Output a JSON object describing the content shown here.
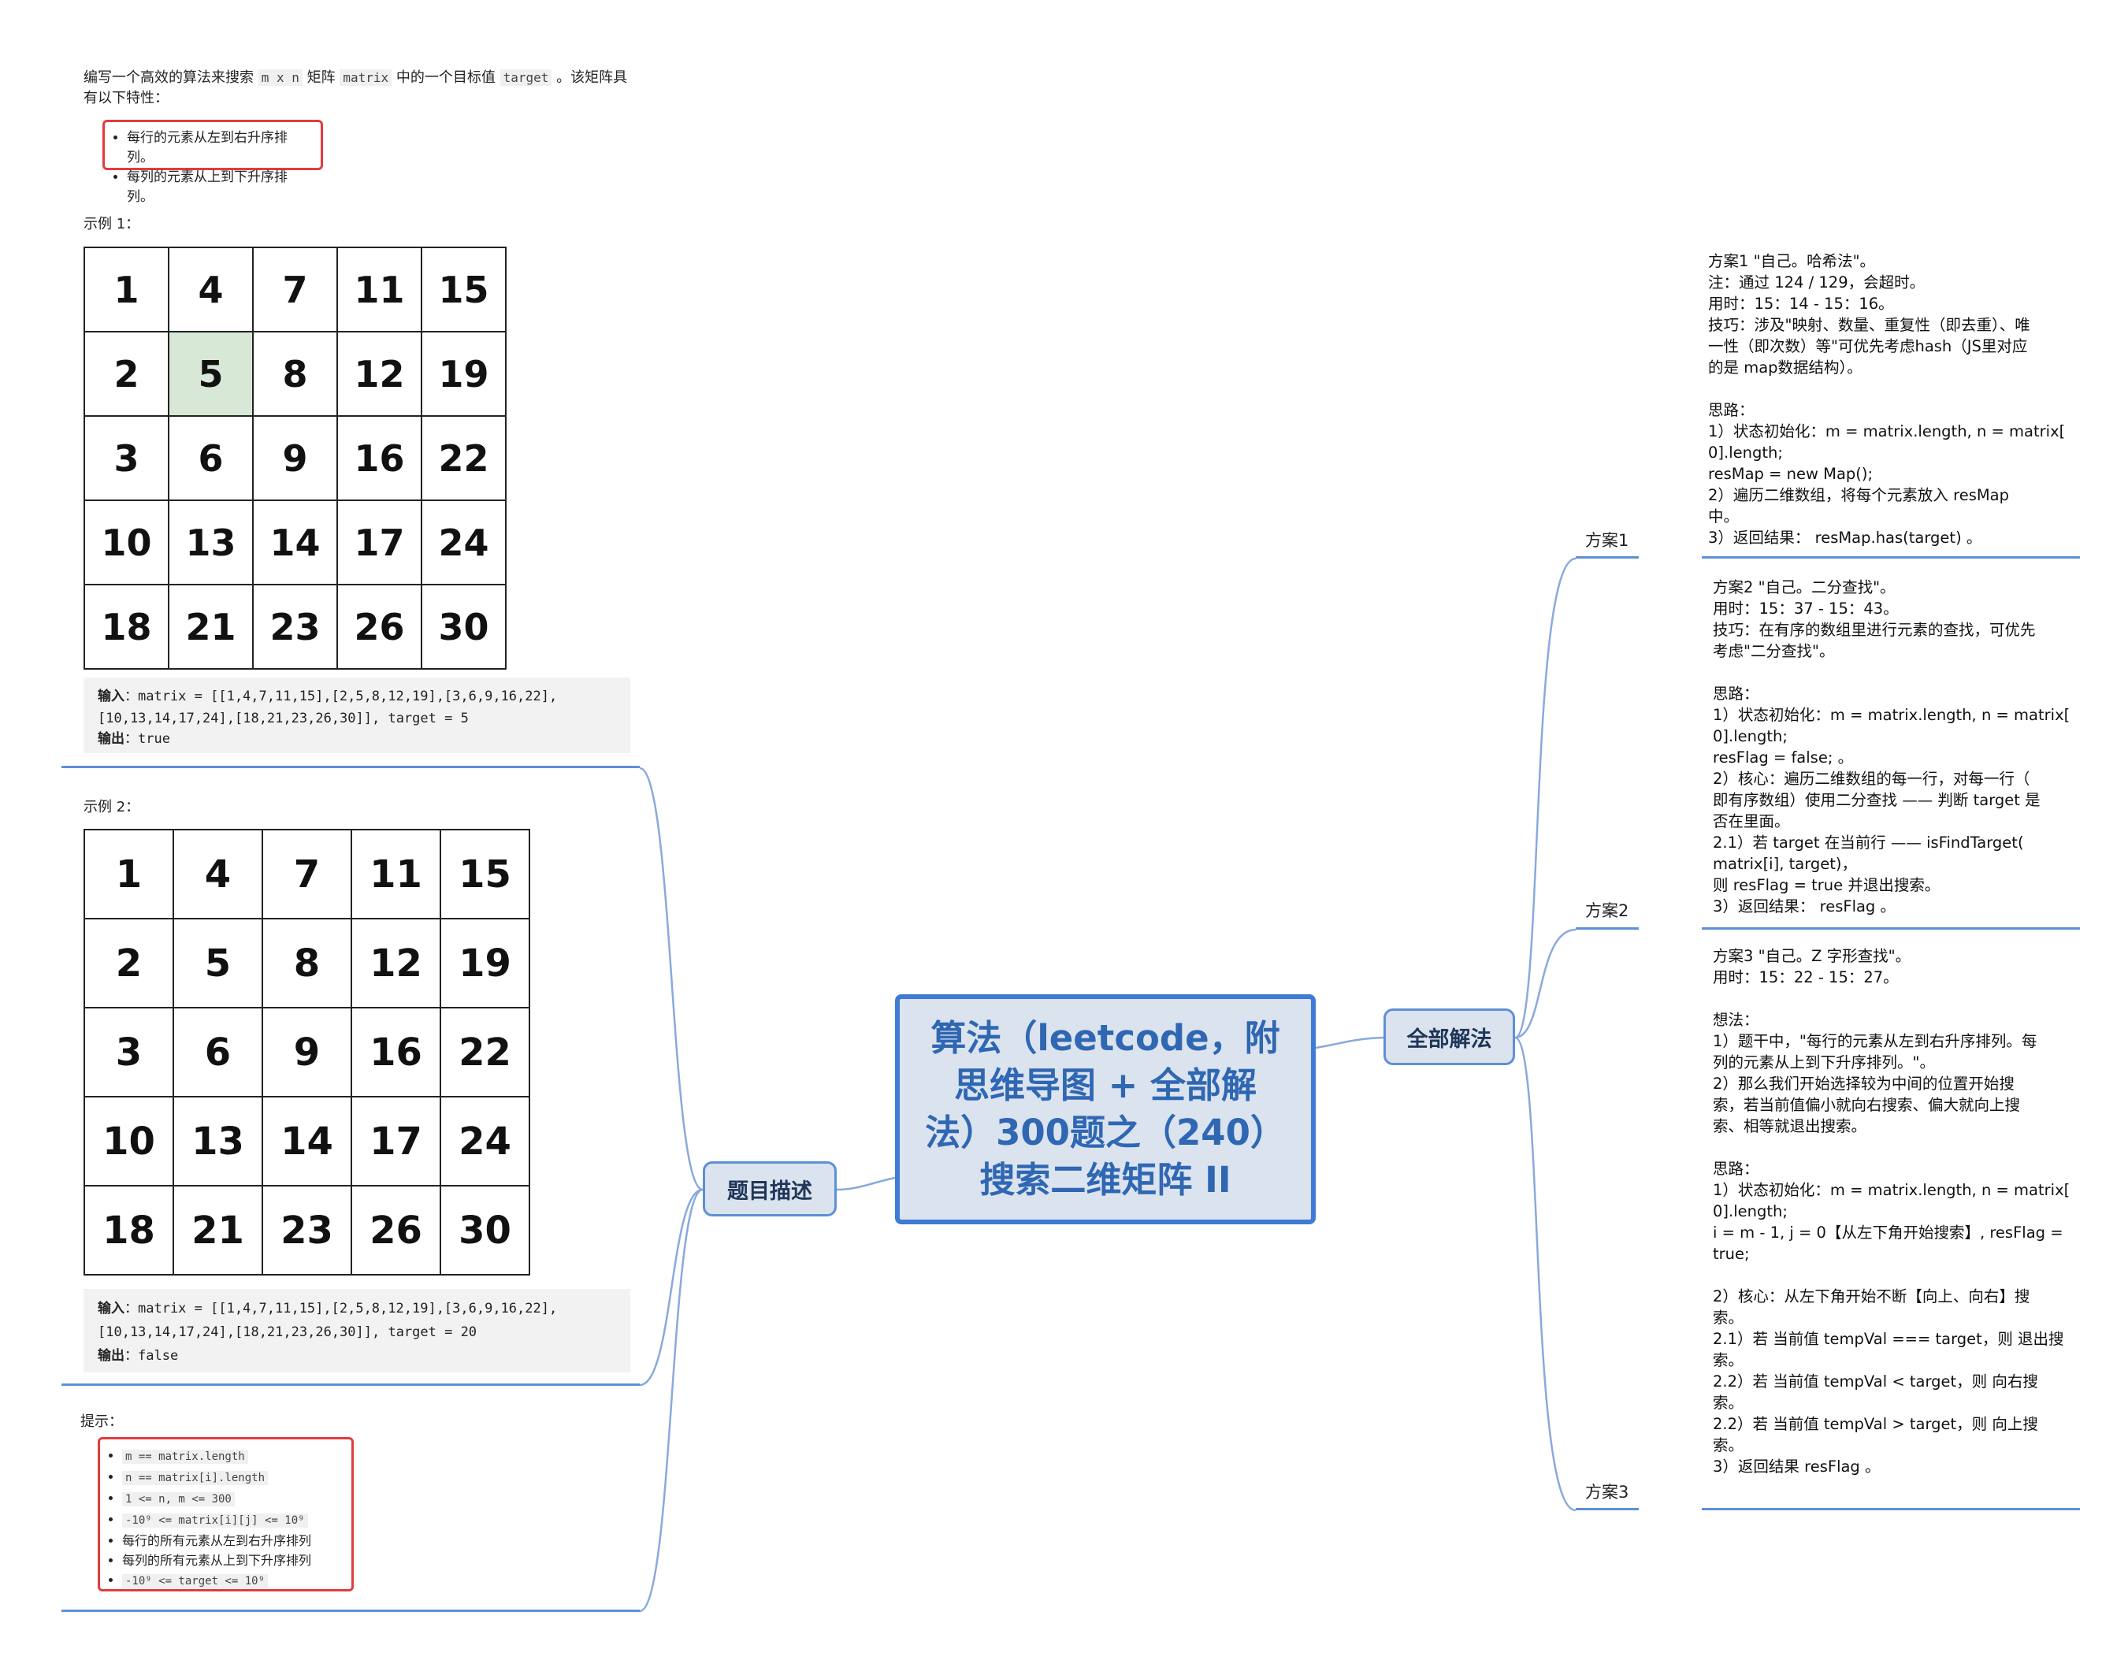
{
  "central": {
    "title": "算法（leetcode，附\n思维导图 + 全部解\n法）300题之（240）\n搜索二维矩阵 II"
  },
  "topics": {
    "left": "题目描述",
    "right": "全部解法"
  },
  "problem": {
    "intro_a": "编写一个高效的算法来搜索 ",
    "intro_mn": "m x n",
    "intro_b": " 矩阵 ",
    "intro_matrix": "matrix",
    "intro_c": " 中的一个目标值 ",
    "intro_target": "target",
    "intro_d": " 。该矩阵具有以下特性：",
    "properties": [
      "每行的元素从左到右升序排列。",
      "每列的元素从上到下升序排列。"
    ]
  },
  "example1": {
    "label": "示例 1：",
    "grid": [
      [
        1,
        4,
        7,
        11,
        15
      ],
      [
        2,
        5,
        8,
        12,
        19
      ],
      [
        3,
        6,
        9,
        16,
        22
      ],
      [
        10,
        13,
        14,
        17,
        24
      ],
      [
        18,
        21,
        23,
        26,
        30
      ]
    ],
    "input_label": "输入",
    "input_value": "：matrix = [[1,4,7,11,15],[2,5,8,12,19],[3,6,9,16,22],",
    "input_value2": "[10,13,14,17,24],[18,21,23,26,30]], target = 5",
    "output_label": "输出",
    "output_value": "：true"
  },
  "example2": {
    "label": "示例 2：",
    "grid": [
      [
        1,
        4,
        7,
        11,
        15
      ],
      [
        2,
        5,
        8,
        12,
        19
      ],
      [
        3,
        6,
        9,
        16,
        22
      ],
      [
        10,
        13,
        14,
        17,
        24
      ],
      [
        18,
        21,
        23,
        26,
        30
      ]
    ],
    "input_label": "输入",
    "input_value": "：matrix = [[1,4,7,11,15],[2,5,8,12,19],[3,6,9,16,22],",
    "input_value2": "[10,13,14,17,24],[18,21,23,26,30]], target = 20",
    "output_label": "输出",
    "output_value": "：false"
  },
  "tips": {
    "label": "提示：",
    "items": [
      {
        "code": "m == matrix.length"
      },
      {
        "code": "n == matrix[i].length"
      },
      {
        "code": "1 <= n, m <= 300"
      },
      {
        "code": "-10⁹ <= matrix[i][j] <= 10⁹"
      },
      {
        "text": "每行的所有元素从左到右升序排列"
      },
      {
        "text": "每列的所有元素从上到下升序排列"
      },
      {
        "code": "-10⁹ <= target <= 10⁹"
      }
    ]
  },
  "plans": [
    {
      "label": "方案1",
      "text": "方案1 \"自己。哈希法\"。\n注：通过 124 / 129，会超时。\n用时：15：14 - 15：16。\n技巧：涉及\"映射、数量、重复性（即去重）、唯\n一性（即次数）等\"可优先考虑hash（JS里对应\n的是 map数据结构）。\n\n思路：\n1）状态初始化：m = matrix.length, n = matrix[\n0].length;\nresMap = new Map();\n2）遍历二维数组，将每个元素放入 resMap\n中。\n3）返回结果： resMap.has(target) 。"
    },
    {
      "label": "方案2",
      "text": "方案2 \"自己。二分查找\"。\n用时：15：37 - 15：43。\n技巧：在有序的数组里进行元素的查找，可优先\n考虑\"二分查找\"。\n\n思路：\n1）状态初始化：m = matrix.length, n = matrix[\n0].length;\nresFlag = false; 。\n2）核心：遍历二维数组的每一行，对每一行（\n即有序数组）使用二分查找 —— 判断 target 是\n否在里面。\n2.1）若 target 在当前行 —— isFindTarget(\nmatrix[i], target)，\n则 resFlag = true 并退出搜索。\n3）返回结果： resFlag 。"
    },
    {
      "label": "方案3",
      "text": "方案3 \"自己。Z 字形查找\"。\n用时：15：22 - 15：27。\n\n想法：\n1）题干中，\"每行的元素从左到右升序排列。每\n列的元素从上到下升序排列。\"。\n2）那么我们开始选择较为中间的位置开始搜\n索，若当前值偏小就向右搜索、偏大就向上搜\n索、相等就退出搜索。\n\n思路：\n1）状态初始化：m = matrix.length, n = matrix[\n0].length;\ni = m - 1, j = 0【从左下角开始搜索】, resFlag =\ntrue;\n\n2）核心：从左下角开始不断【向上、向右】搜\n索。\n2.1）若 当前值 tempVal === target，则 退出搜\n索。\n2.2）若 当前值 tempVal < target，则 向右搜\n索。\n2.2）若 当前值 tempVal > target，则 向上搜\n索。\n3）返回结果 resFlag 。"
    }
  ],
  "colors": {
    "accent": "#3f7ad4",
    "node_fill": "#dbe3ef",
    "highlight": "#d8e8d6",
    "red": "#e23c3c"
  }
}
